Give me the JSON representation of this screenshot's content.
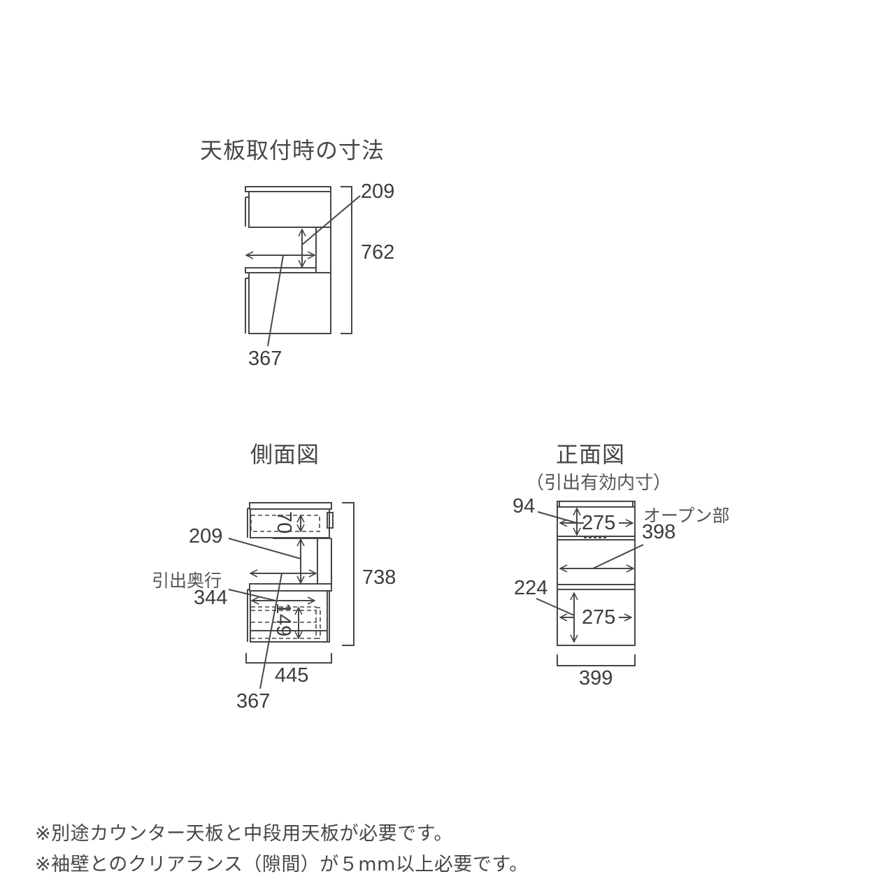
{
  "top_view": {
    "title": "天板取付時の寸法",
    "dims": {
      "opening_height": "209",
      "total_height": "762",
      "depth": "367"
    }
  },
  "side_view": {
    "title": "側面図",
    "drawer_depth_label": "引出奥行",
    "dims": {
      "opening_height": "209",
      "drawer_depth": "344",
      "total_height": "738",
      "top_drawer_inner_height": "70",
      "bottom_drawer_inner_height": "149",
      "width": "445",
      "opening_depth": "367"
    }
  },
  "front_view": {
    "title": "正面図",
    "subtitle": "（引出有効内寸）",
    "open_label": "オープン部",
    "dims": {
      "top_drawer_height": "94",
      "top_drawer_width": "275",
      "open_width": "398",
      "bottom_drawer_height": "224",
      "bottom_drawer_width": "275",
      "total_width": "399"
    }
  },
  "notes": [
    "※別途カウンター天板と中段用天板が必要です。",
    "※袖壁とのクリアランス（隙間）が５mm以上必要です。"
  ]
}
